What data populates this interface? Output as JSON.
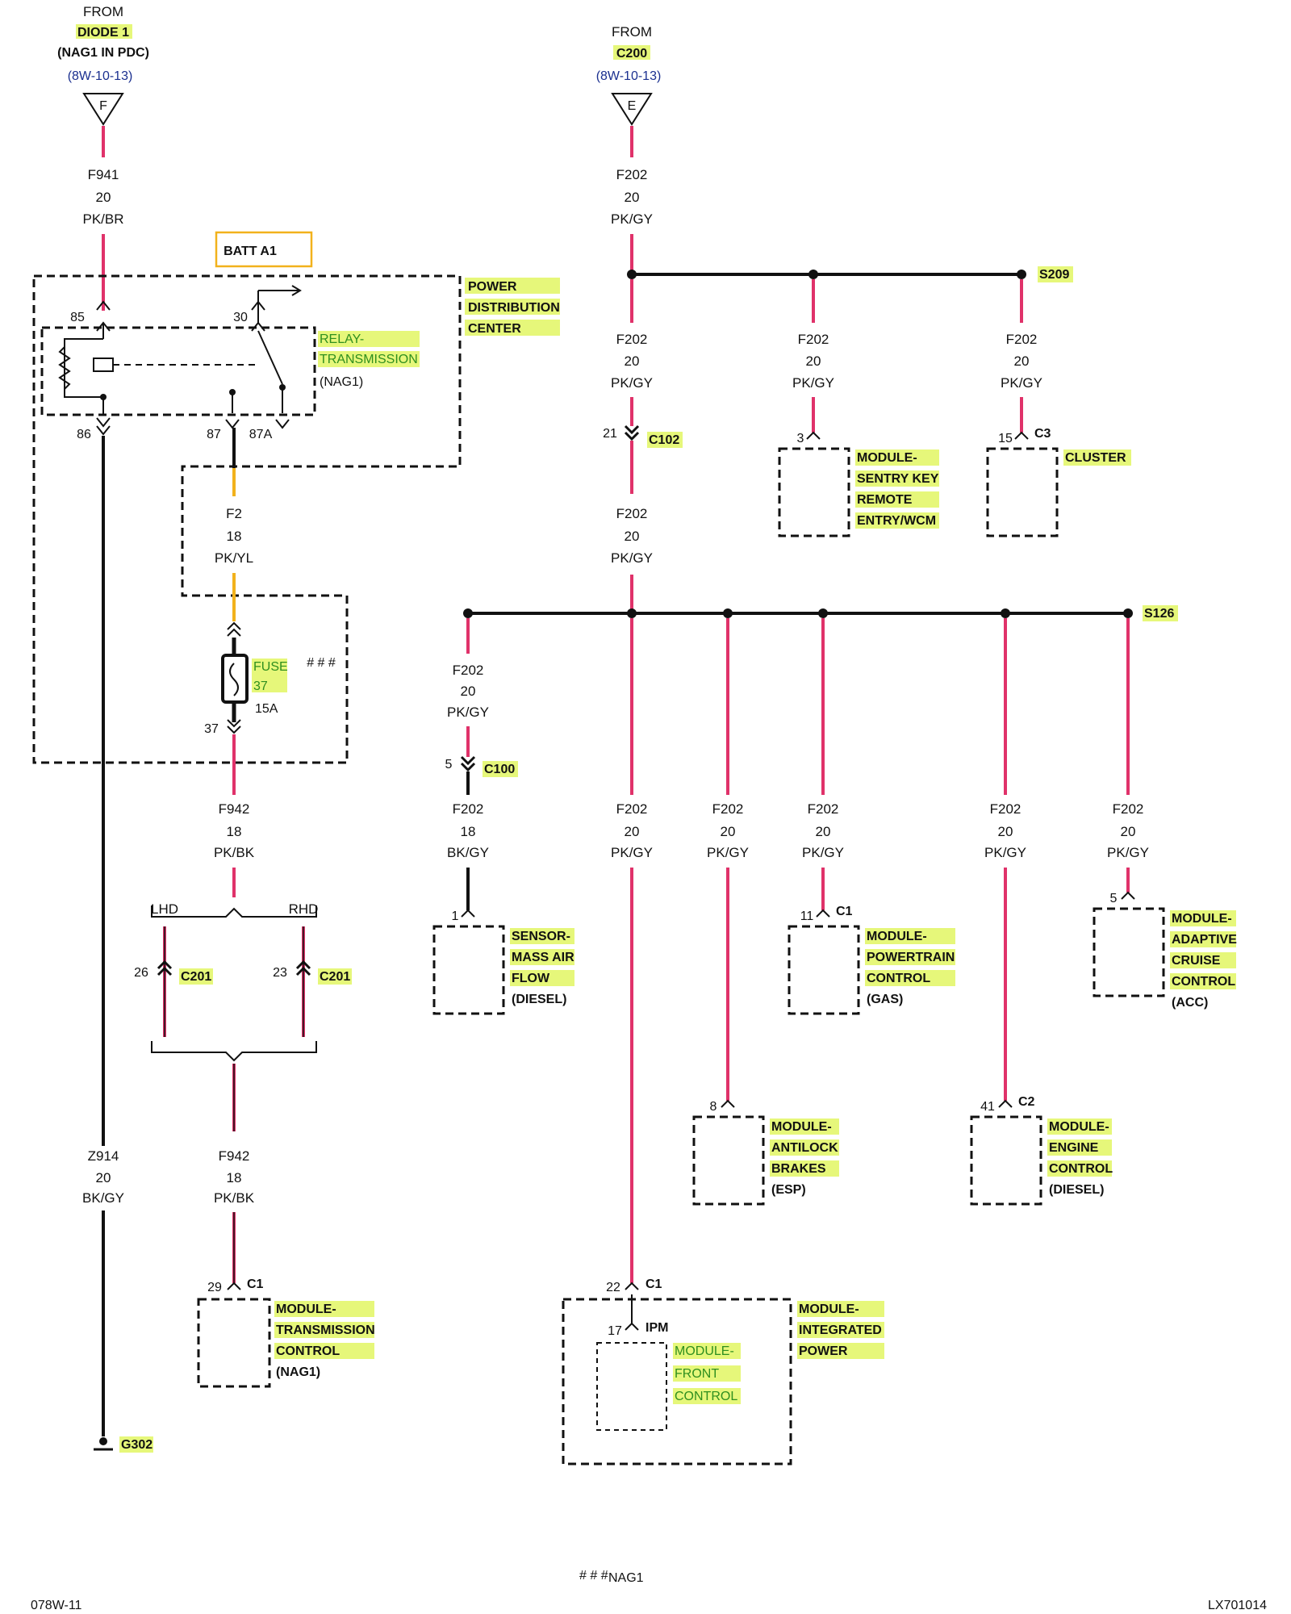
{
  "sources": [
    {
      "from": "FROM",
      "name": "DIODE 1",
      "note": "(NAG1 IN PDC)",
      "ref": "(8W-10-13)",
      "letter": "F"
    },
    {
      "from": "FROM",
      "name": "C200",
      "ref": "(8W-10-13)",
      "letter": "E"
    }
  ],
  "pdc": {
    "batt": "BATT A1",
    "label_line1": "POWER",
    "label_line2": "DISTRIBUTION",
    "label_line3": "CENTER"
  },
  "relay": {
    "line1": "RELAY-",
    "line2": "TRANSMISSION",
    "note": "(NAG1)",
    "pins": {
      "p85": "85",
      "p30": "30",
      "p86": "86",
      "p87": "87",
      "p87a": "87A"
    }
  },
  "fuse": {
    "line1": "FUSE",
    "line2": "37",
    "rating": "15A",
    "pin": "37",
    "marker": "# # #"
  },
  "wires": {
    "f941": {
      "id": "F941",
      "gauge": "20",
      "color": "PK/BR"
    },
    "f2": {
      "id": "F2",
      "gauge": "18",
      "color": "PK/YL"
    },
    "f942a": {
      "id": "F942",
      "gauge": "18",
      "color": "PK/BK"
    },
    "f942b": {
      "id": "F942",
      "gauge": "18",
      "color": "PK/BK"
    },
    "z914": {
      "id": "Z914",
      "gauge": "20",
      "color": "BK/GY"
    },
    "f202_top": {
      "id": "F202",
      "gauge": "20",
      "color": "PK/GY"
    },
    "f202_s1": {
      "id": "F202",
      "gauge": "20",
      "color": "PK/GY"
    },
    "f202_s2": {
      "id": "F202",
      "gauge": "20",
      "color": "PK/GY"
    },
    "f202_s3": {
      "id": "F202",
      "gauge": "20",
      "color": "PK/GY"
    },
    "f202_mid": {
      "id": "F202",
      "gauge": "20",
      "color": "PK/GY"
    },
    "f202_a": {
      "id": "F202",
      "gauge": "20",
      "color": "PK/GY"
    },
    "f202_a2": {
      "id": "F202",
      "gauge": "18",
      "color": "BK/GY"
    },
    "f202_b": {
      "id": "F202",
      "gauge": "20",
      "color": "PK/GY"
    },
    "f202_c": {
      "id": "F202",
      "gauge": "20",
      "color": "PK/GY"
    },
    "f202_d": {
      "id": "F202",
      "gauge": "20",
      "color": "PK/GY"
    },
    "f202_e": {
      "id": "F202",
      "gauge": "20",
      "color": "PK/GY"
    },
    "f202_f": {
      "id": "F202",
      "gauge": "20",
      "color": "PK/GY"
    }
  },
  "splices": {
    "s209": "S209",
    "s126": "S126"
  },
  "lhd_rhd": {
    "lhd": "LHD",
    "rhd": "RHD",
    "lhd_pin": "26",
    "rhd_pin": "23",
    "lhd_conn": "C201",
    "rhd_conn": "C201"
  },
  "connectors": {
    "c102": {
      "pin": "21",
      "name": "C102"
    },
    "c100": {
      "pin": "5",
      "name": "C100"
    },
    "sentry": {
      "pin": "3"
    },
    "cluster": {
      "pin": "15",
      "name": "C3"
    },
    "maf": {
      "pin": "1"
    },
    "pcm": {
      "pin": "11",
      "name": "C1"
    },
    "acc": {
      "pin": "5"
    },
    "abs": {
      "pin": "8"
    },
    "ecm": {
      "pin": "41",
      "name": "C2"
    },
    "tcm": {
      "pin": "29",
      "name": "C1"
    },
    "ipm": {
      "pin": "22",
      "name": "C1"
    },
    "fcm": {
      "pin": "17",
      "name": "IPM"
    }
  },
  "modules": {
    "sentry": {
      "l1": "MODULE-",
      "l2": "SENTRY KEY",
      "l3": "REMOTE",
      "l4": "ENTRY/WCM"
    },
    "cluster": {
      "l1": "CLUSTER"
    },
    "maf": {
      "l1": "SENSOR-",
      "l2": "MASS AIR",
      "l3": "FLOW",
      "note": "(DIESEL)"
    },
    "pcm": {
      "l1": "MODULE-",
      "l2": "POWERTRAIN",
      "l3": "CONTROL",
      "note": "(GAS)"
    },
    "acc": {
      "l1": "MODULE-",
      "l2": "ADAPTIVE",
      "l3": "CRUISE",
      "l4": "CONTROL",
      "note": "(ACC)"
    },
    "abs": {
      "l1": "MODULE-",
      "l2": "ANTILOCK",
      "l3": "BRAKES",
      "note": "(ESP)"
    },
    "ecm": {
      "l1": "MODULE-",
      "l2": "ENGINE",
      "l3": "CONTROL",
      "note": "(DIESEL)"
    },
    "tcm": {
      "l1": "MODULE-",
      "l2": "TRANSMISSION",
      "l3": "CONTROL",
      "note": "(NAG1)"
    },
    "ipm": {
      "l1": "MODULE-",
      "l2": "INTEGRATED",
      "l3": "POWER"
    },
    "fcm": {
      "l1": "MODULE-",
      "l2": "FRONT",
      "l3": "CONTROL"
    }
  },
  "ground": {
    "name": "G302"
  },
  "footer": {
    "legend_mark": "# # #",
    "legend_text": "NAG1",
    "left": "078W-11",
    "right": "LX701014"
  },
  "colors": {
    "wire_pink": "#e0326a",
    "wire_black": "#111111",
    "wire_yellow": "#f2b21c",
    "highlight": "#e6f77a"
  }
}
